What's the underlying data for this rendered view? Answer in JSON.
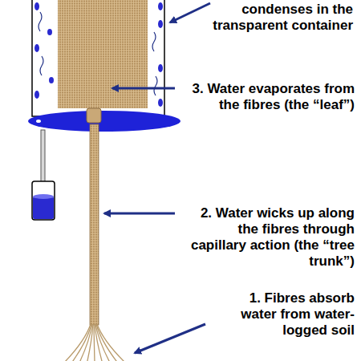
{
  "diagram": {
    "labels": [
      "condenses in the transparent container",
      "3. Water evaporates from the fibres (the “leaf”)",
      "2. Water wicks up along the fibres through capillary action (the “tree trunk”)",
      "1. Fibres absorb water from water-logged soil"
    ]
  }
}
